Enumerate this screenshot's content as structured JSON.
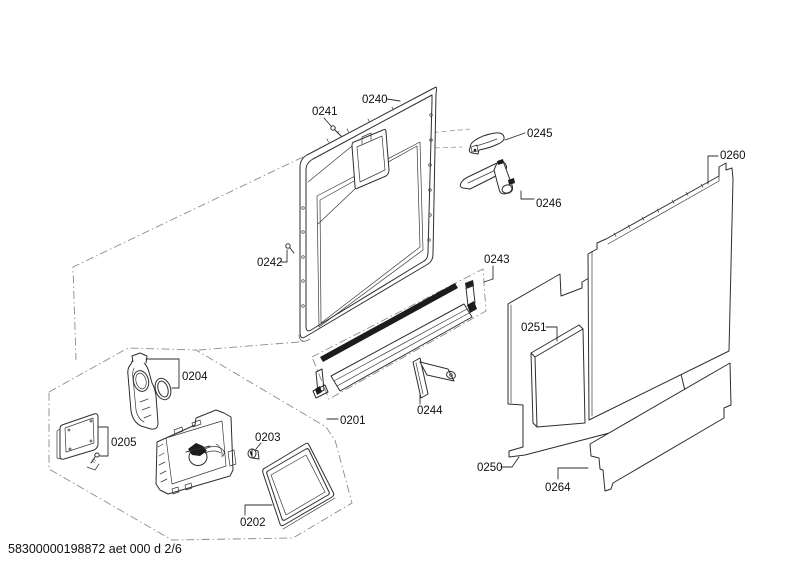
{
  "page": {
    "background": "#ffffff",
    "line_color": "#2e2e2e",
    "guide_line_color": "#8c8c8c",
    "dark_detail_color": "#1c1c1c"
  },
  "footer": {
    "doc_code": "58300000198872 aet 000 d 2/6"
  },
  "part_labels": {
    "p0201": "0201",
    "p0202": "0202",
    "p0203": "0203",
    "p0204": "0204",
    "p0205": "0205",
    "p0240": "0240",
    "p0241": "0241",
    "p0242": "0242",
    "p0243": "0243",
    "p0244": "0244",
    "p0245": "0245",
    "p0246": "0246",
    "p0250": "0250",
    "p0251": "0251",
    "p0260": "0260",
    "p0264": "0264"
  }
}
